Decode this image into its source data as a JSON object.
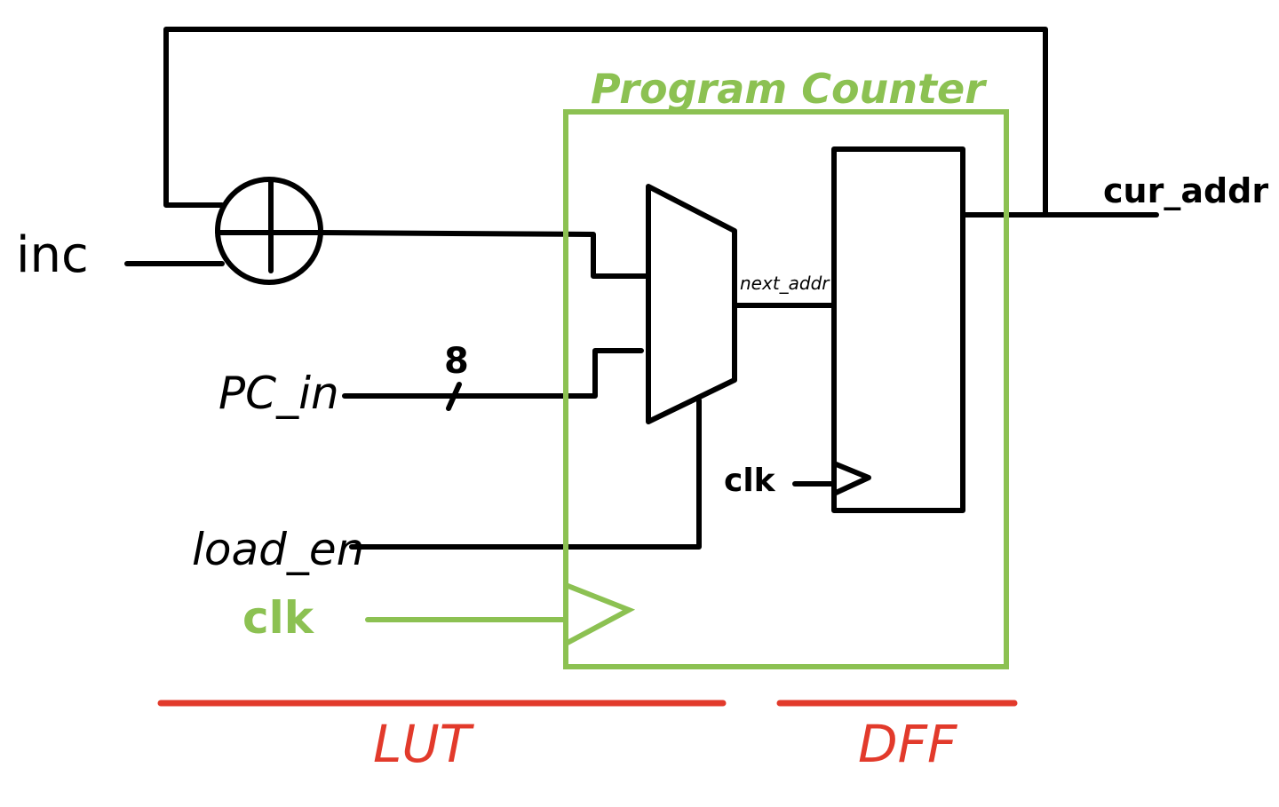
{
  "diagram": {
    "title": "Program Counter",
    "signals": {
      "inc": "inc",
      "pc_in": "PC_in",
      "bus_width": "8",
      "load_en": "load_en",
      "clk_outer": "clk",
      "clk_inner": "clk",
      "next_addr": "next_addr",
      "cur_addr": "cur_addr"
    },
    "sections": {
      "lut": "LUT",
      "dff": "DFF"
    },
    "colors": {
      "wires": "#000000",
      "module_box": "#8cc152",
      "section_bars": "#e23a2b"
    }
  }
}
